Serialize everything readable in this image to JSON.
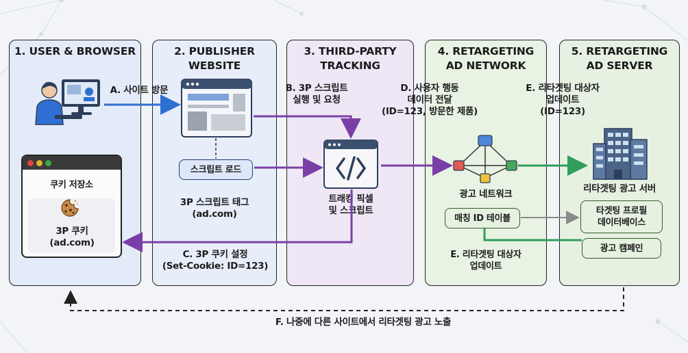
{
  "columns": [
    {
      "title": "1. USER & BROWSER"
    },
    {
      "title": "2. PUBLISHER\nWEBSITE"
    },
    {
      "title": "3. THIRD-PARTY\nTRACKING"
    },
    {
      "title": "4. RETARGETING\nAD NETWORK"
    },
    {
      "title": "5. RETARGETING\nAD SERVER"
    }
  ],
  "col1": {
    "cookie_store_label": "쿠키 저장소",
    "cookie_label": "3P 쿠키\n(ad.com)"
  },
  "col2": {
    "script_load_label": "스크립트 로드",
    "script_tag_label": "3P 스크립트 태그\n(ad.com)"
  },
  "col3": {
    "pixel_label": "트래킹 픽셀\n및 스크립트"
  },
  "col4": {
    "network_label": "광고 네트워크",
    "matching_table_label": "매칭 ID 테이블",
    "update_label": "E. 리타겟팅 대상자\n업데이트"
  },
  "col5": {
    "server_label": "리타겟팅 광고 서버",
    "profile_db_label": "타겟팅 프로필\n데이터베이스",
    "campaign_label": "광고 캠페인"
  },
  "arrows": {
    "a": "A. 사이트 방문",
    "b": "B. 3P 스크립트\n실행 및 요청",
    "c": "C. 3P 쿠키 설정\n(Set-Cookie: ID=123)",
    "d": "D. 사용자 행동\n데이터 전달\n(ID=123, 방문한 제품)",
    "e": "E. 리타겟팅 대상자\n업데이트\n(ID=123)",
    "f": "F. 나중에 다른 사이트에서 리타겟팅 광고 노출"
  },
  "colors": {
    "col1_bg": "#e3ebf9",
    "col2_bg": "#e7eef9",
    "col3_bg": "#efe7f6",
    "col4_bg": "#e8f3e3",
    "col5_bg": "#e6f1e2",
    "blue_arrow": "#2f6fd1",
    "purple_arrow": "#7a3fa6",
    "green_arrow": "#2e9e5a",
    "gray_arrow": "#8a8a8a"
  },
  "icons": [
    "user-at-computer-icon",
    "browser-window-icon",
    "cookie-icon",
    "webpage-icon",
    "code-window-icon",
    "network-nodes-icon",
    "building-icon"
  ]
}
